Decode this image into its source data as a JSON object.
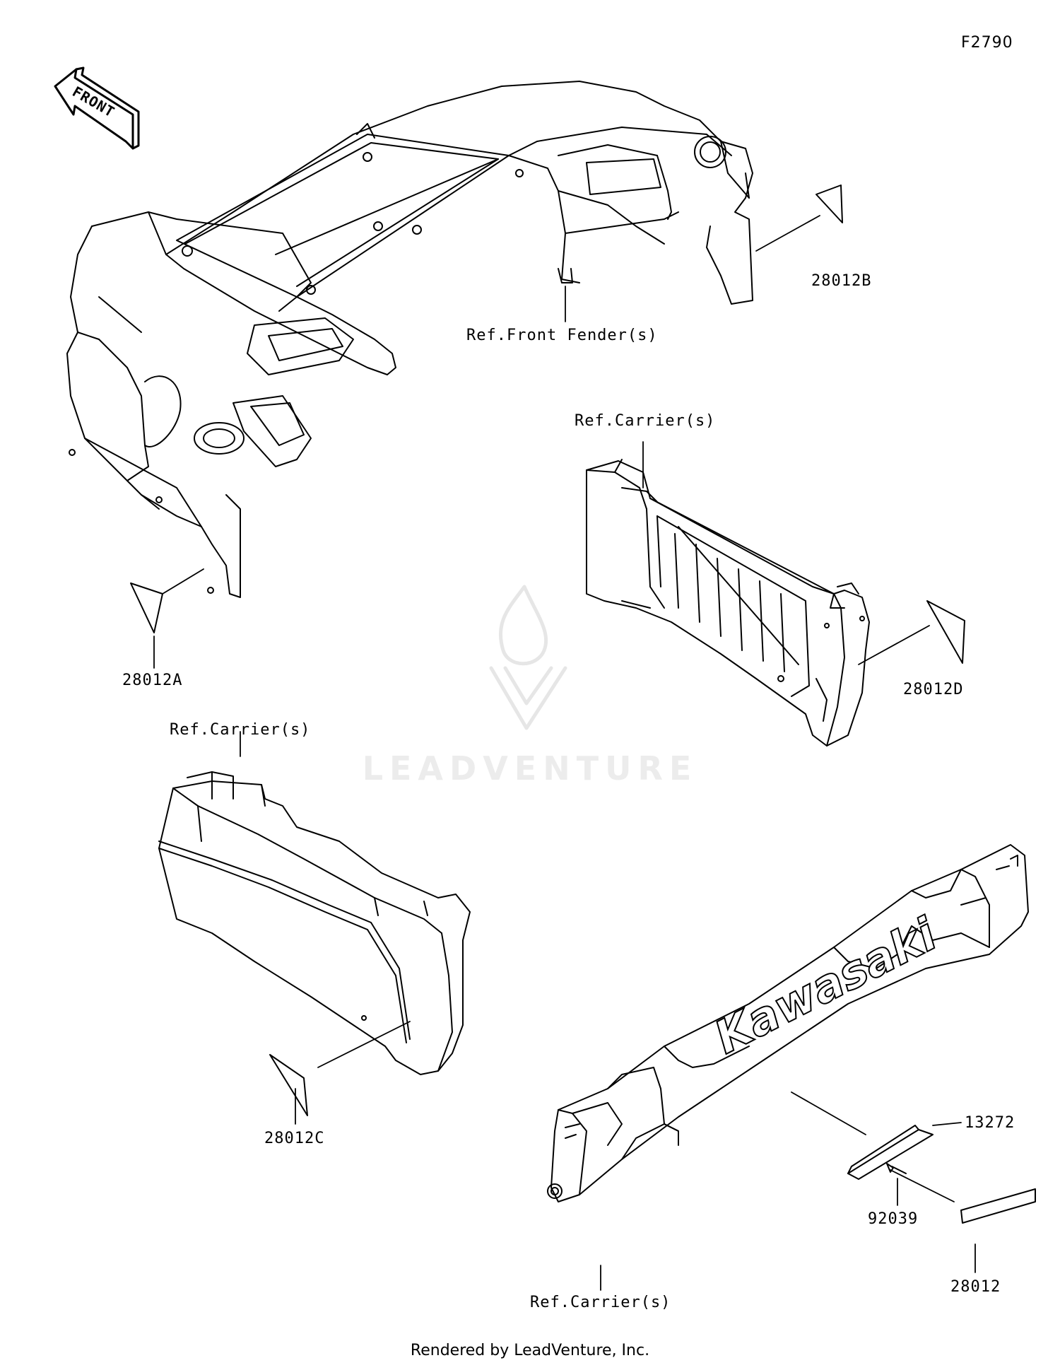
{
  "figure_code": "F2790",
  "front_label": "FRONT",
  "watermark": "LEADVENTURE",
  "footer": "Rendered by LeadVenture, Inc.",
  "callouts": {
    "p28012B": "28012B",
    "ref_front_fender": "Ref.Front Fender(s)",
    "ref_carrier_right": "Ref.Carrier(s)",
    "p28012A": "28012A",
    "p28012D": "28012D",
    "ref_carrier_left": "Ref.Carrier(s)",
    "p28012C": "28012C",
    "p13272": "13272",
    "p92039": "92039",
    "ref_carrier_bottom": "Ref.Carrier(s)",
    "p28012": "28012"
  },
  "tailgate_logo": "Kawasaki"
}
